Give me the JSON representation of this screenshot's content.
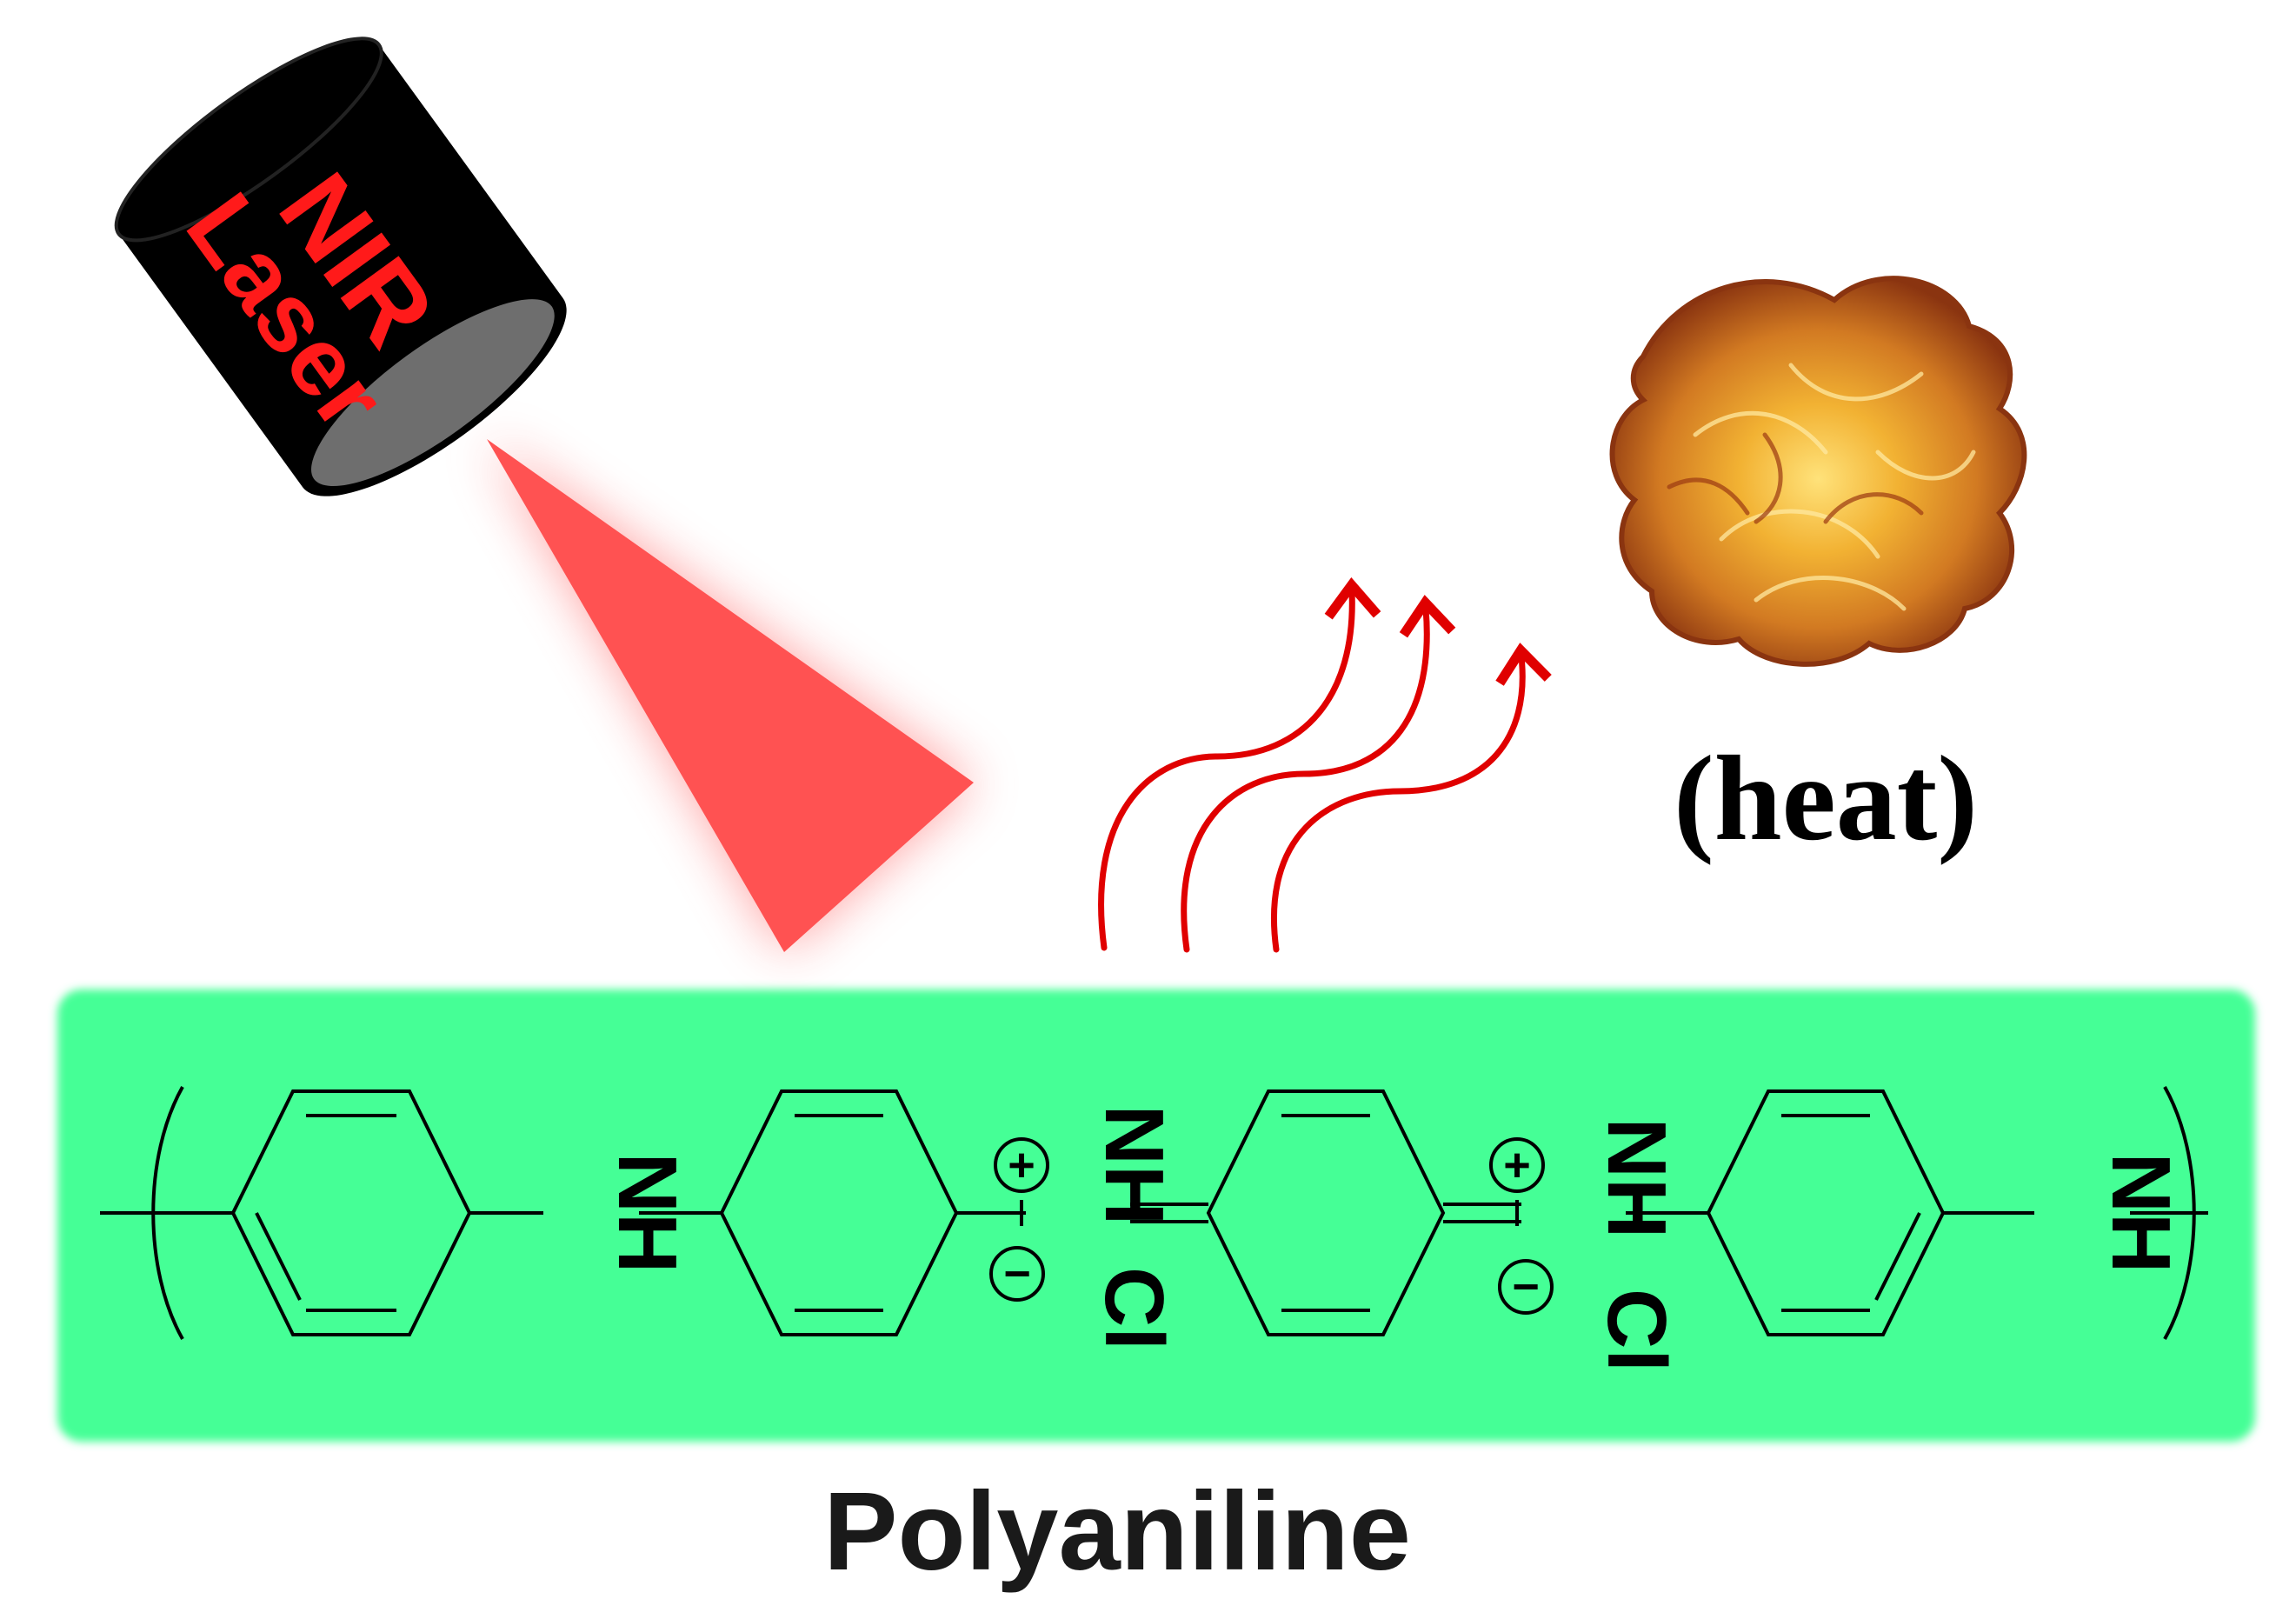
{
  "laser": {
    "label_line1": "NIR",
    "label_line2": "Laser"
  },
  "heat_label": "(heat)",
  "polymer_name": "Polyaniline",
  "chain": {
    "groups": [
      "NH",
      "NH",
      "NH",
      "NH"
    ],
    "counter_ion": "Cl",
    "plus_sign": "+",
    "minus_sign": "−"
  },
  "colors": {
    "laser_body": "#000000",
    "laser_lens": "#6e6e6e",
    "laser_text": "#ff1a1a",
    "beam": "#ff5555",
    "heat_arrows": "#e00000",
    "polymer_band": "#45ff96",
    "flame_outer": "#b5521c",
    "flame_inner": "#f2b233"
  },
  "icons": [
    "laser-icon",
    "flame-icon"
  ]
}
